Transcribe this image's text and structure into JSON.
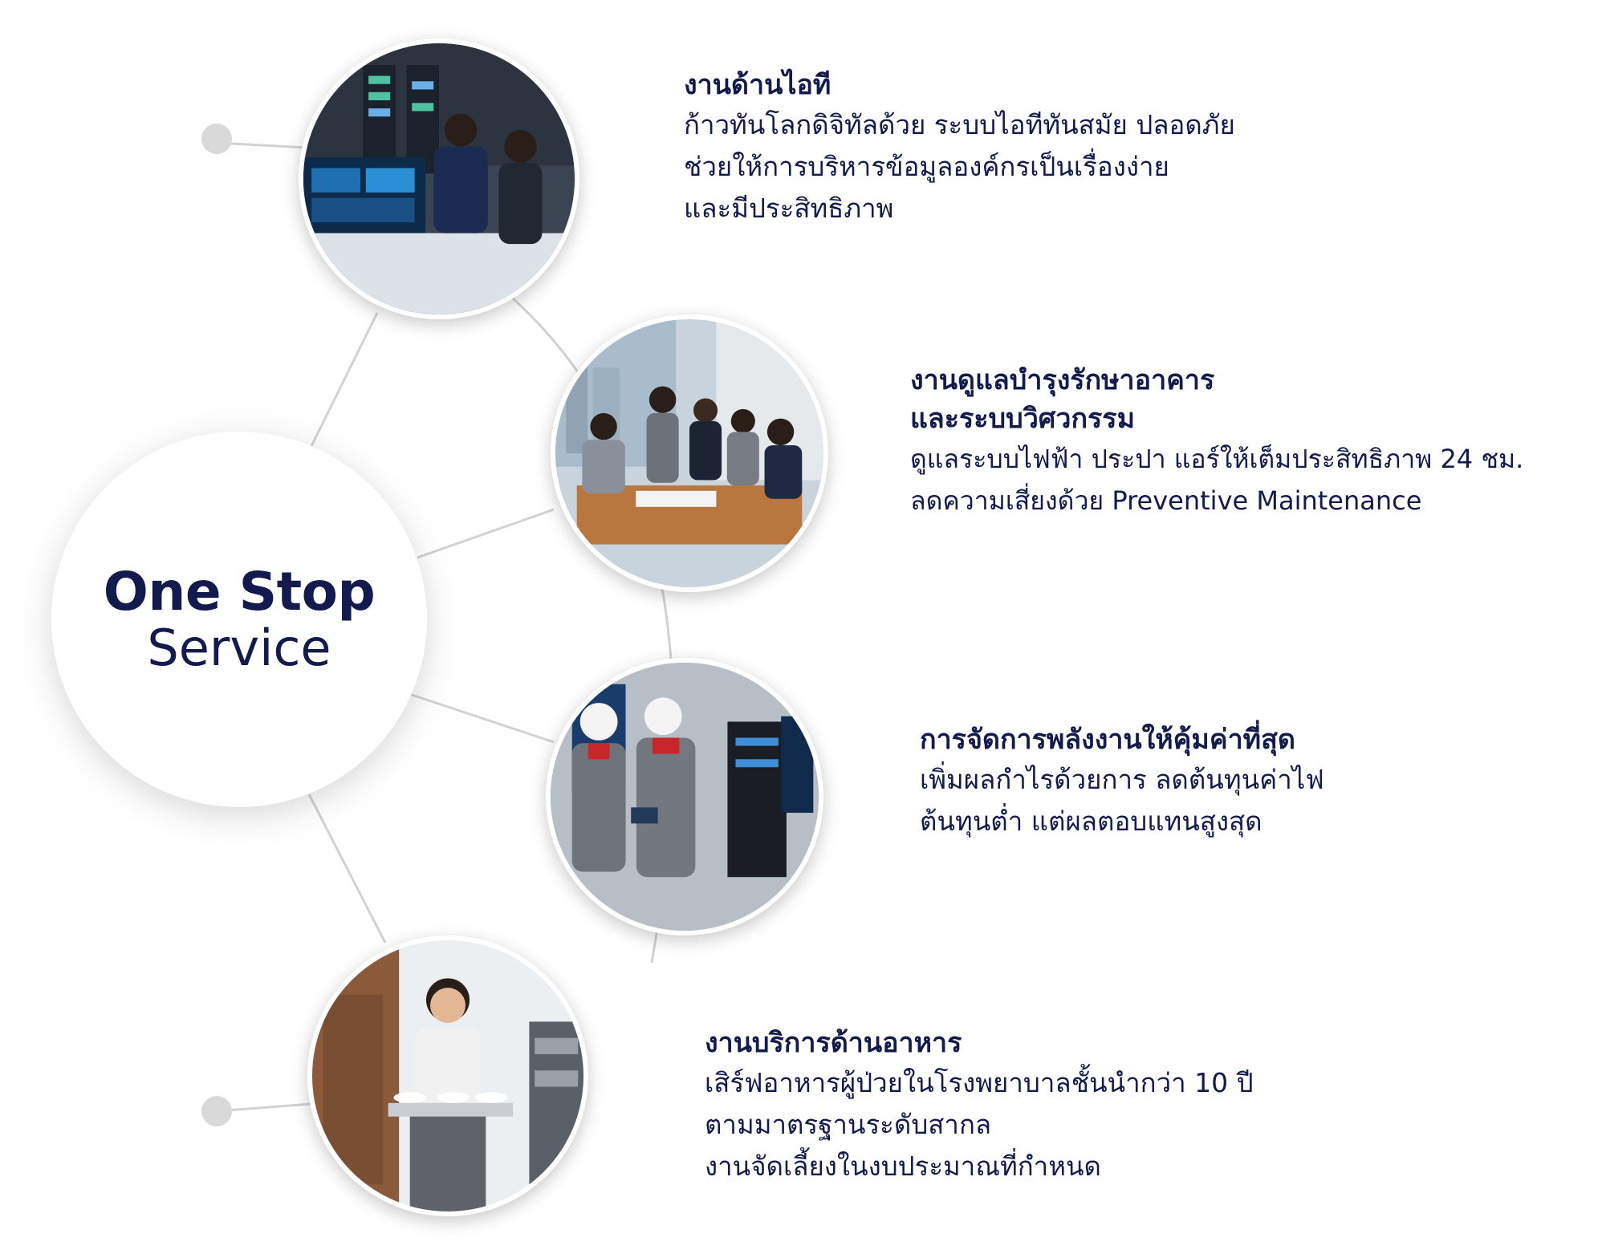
{
  "hub": {
    "title": "One Stop",
    "subtitle": "Service"
  },
  "services": [
    {
      "title_lines": [
        "งานด้านไอที"
      ],
      "description_lines": [
        "ก้าวทันโลกดิจิทัลด้วย ระบบไอทีทันสมัย ปลอดภัย",
        "ช่วยให้การบริหารข้อมูลองค์กรเป็นเรื่องง่าย",
        "และมีประสิทธิภาพ"
      ]
    },
    {
      "title_lines": [
        "งานดูแลบำรุงรักษาอาคาร",
        "และระบบวิศวกรรม"
      ],
      "description_lines": [
        "ดูแลระบบไฟฟ้า ประปา แอร์ให้เต็มประสิทธิภาพ 24 ชม.",
        "ลดความเสี่ยงด้วย Preventive Maintenance"
      ]
    },
    {
      "title_lines": [
        "การจัดการพลังงานให้คุ้มค่าที่สุด"
      ],
      "description_lines": [
        "เพิ่มผลกำไรด้วยการ ลดต้นทุนค่าไฟ",
        "ต้นทุนต่ำ แต่ผลตอบแทนสูงสุด"
      ]
    },
    {
      "title_lines": [
        "งานบริการด้านอาหาร"
      ],
      "description_lines": [
        "เสิร์ฟอาหารผู้ป่วยในโรงพยาบาลชั้นนำกว่า 10 ปี",
        "ตามมาตรฐานระดับสากล",
        "งานจัดเลี้ยงในงบประมาณที่กำหนด"
      ]
    }
  ],
  "colors": {
    "text": "#121a4e",
    "connector": "#d2d2d2",
    "node": "#d9d9d9"
  }
}
